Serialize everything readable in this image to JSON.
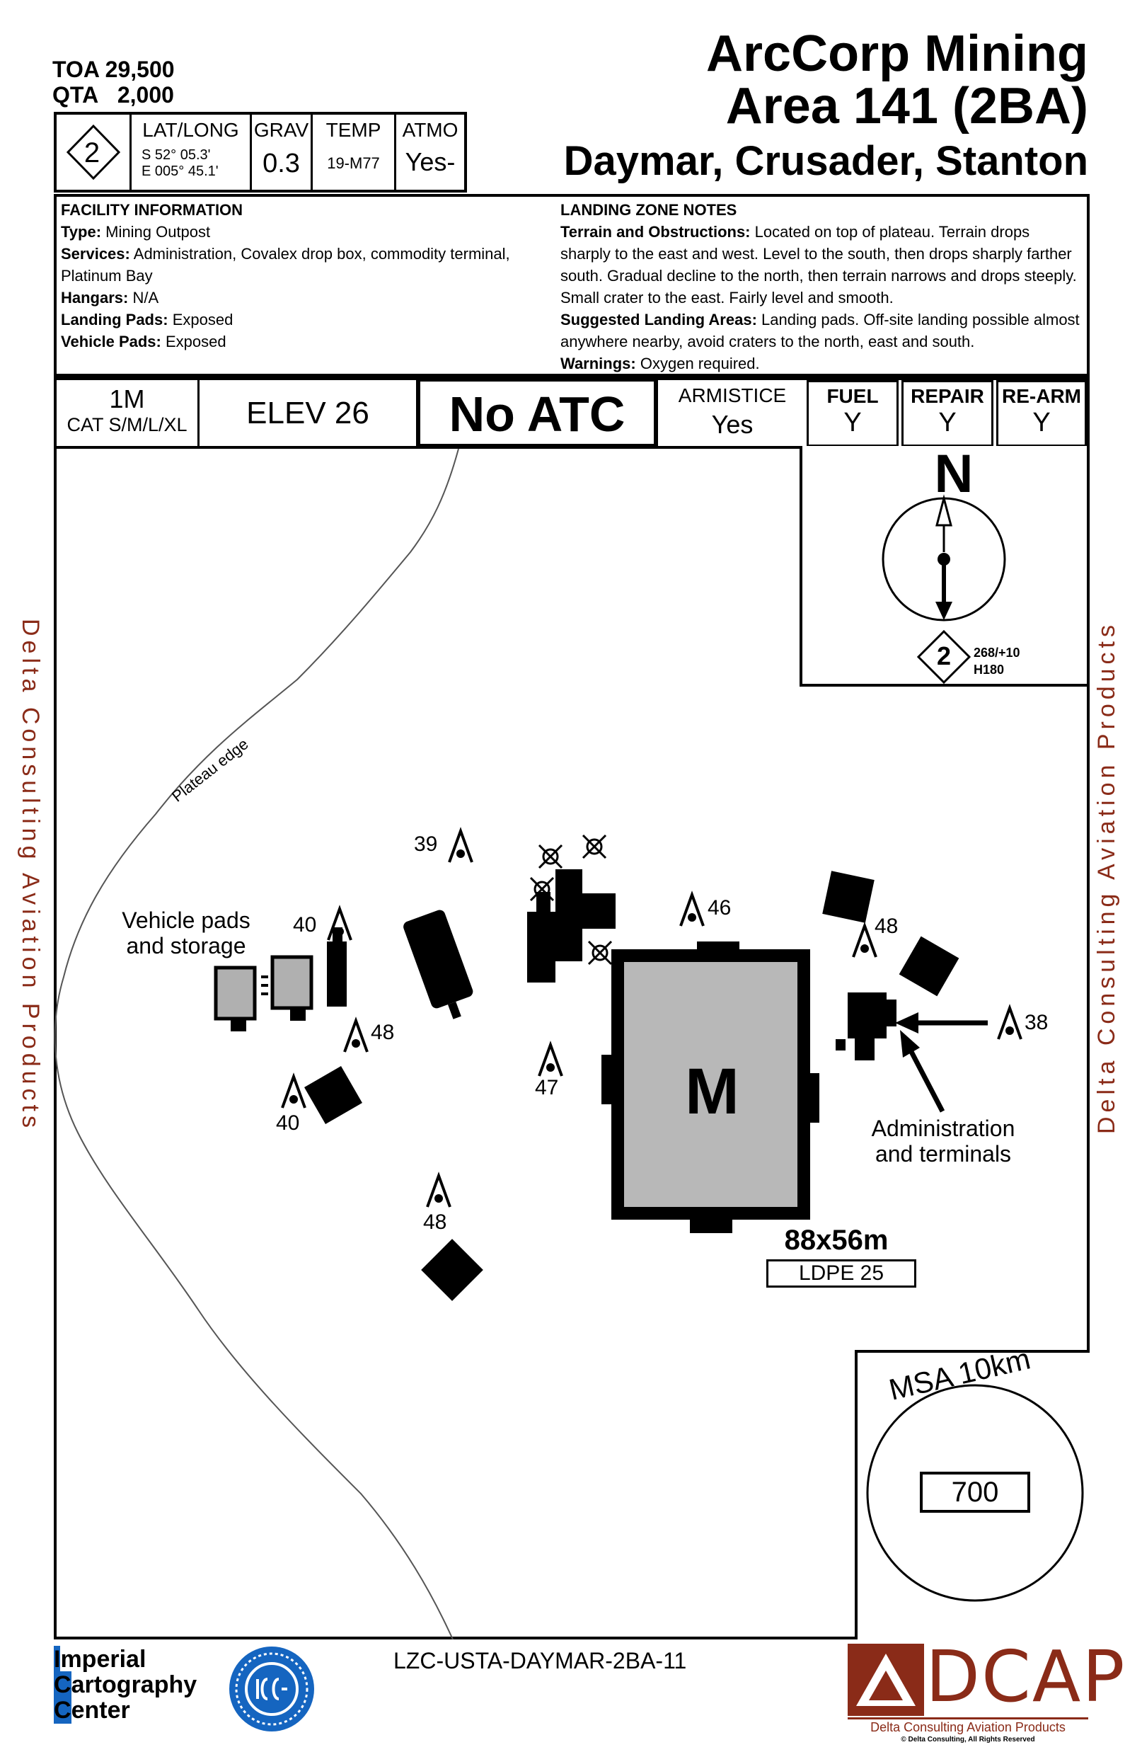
{
  "header": {
    "toa_label": "TOA",
    "toa_value": "29,500",
    "qta_label": "QTA",
    "qta_value": "2,000",
    "title_line1": "ArcCorp Mining",
    "title_line2": "Area 141 (2BA)",
    "title_line3": "Daymar, Crusader, Stanton"
  },
  "info_row": {
    "badge": "2",
    "latlong_label": "LAT/LONG",
    "lat": "S 52° 05.3'",
    "long": "E 005° 45.1'",
    "grav_label": "GRAV",
    "grav_value": "0.3",
    "temp_label": "TEMP",
    "temp_value": "19-M77",
    "atmo_label": "ATMO",
    "atmo_value": "Yes-"
  },
  "facility": {
    "heading": "FACILITY INFORMATION",
    "type_label": "Type:",
    "type_value": "Mining Outpost",
    "services_label": "Services:",
    "services_value": "Administration, Covalex drop box, commodity terminal, Platinum Bay",
    "hangars_label": "Hangars:",
    "hangars_value": "N/A",
    "landing_label": "Landing Pads:",
    "landing_value": "Exposed",
    "vehicle_label": "Vehicle Pads:",
    "vehicle_value": "Exposed"
  },
  "landing_notes": {
    "heading": "LANDING ZONE NOTES",
    "terrain_label": "Terrain and Obstructions:",
    "terrain_value": "Located on top of plateau.  Terrain drops sharply to the east and west.  Level to the south, then drops sharply farther south.  Gradual decline to the north, then terrain narrows and drops steeply.  Small crater to the east.  Fairly level and smooth.",
    "suggested_label": "Suggested Landing Areas:",
    "suggested_value": "Landing pads.  Off-site landing possible almost anywhere nearby, avoid craters to the north, east and south.",
    "warnings_label": "Warnings:",
    "warnings_value": "Oxygen required."
  },
  "status_row": {
    "pad_count": "1M",
    "pad_cats": "CAT S/M/L/XL",
    "elev": "ELEV 26",
    "atc": "No ATC",
    "armistice_label": "ARMISTICE",
    "armistice_value": "Yes",
    "fuel_label": "FUEL",
    "fuel_value": "Y",
    "repair_label": "REPAIR",
    "repair_value": "Y",
    "rearm_label": "RE-ARM",
    "rearm_value": "Y"
  },
  "compass": {
    "north": "N",
    "badge": "2",
    "badge_line1": "268/+10",
    "badge_line2": "H180"
  },
  "map": {
    "plateau_label": "Plateau edge",
    "vehicle_label_1": "Vehicle pads",
    "vehicle_label_2": "and storage",
    "admin_label_1": "Administration",
    "admin_label_2": "and terminals",
    "main_pad_letter": "M",
    "main_pad_size": "88x56m",
    "main_pad_ldpe": "LDPE 25",
    "obstacles": [
      "39",
      "40",
      "48",
      "40",
      "47",
      "48",
      "46",
      "48",
      "38"
    ],
    "msa_label": "MSA 10km",
    "msa_value": "700"
  },
  "footer": {
    "icc_line1_initial": "I",
    "icc_line1_rest": "mperial",
    "icc_line2_initial": "C",
    "icc_line2_rest": "artography",
    "icc_line3_initial": "C",
    "icc_line3_rest": "enter",
    "chart_id": "LZC-USTA-DAYMAR-2BA-11",
    "dcap_logo": "DCAP",
    "dcap_name": "Delta Consulting Aviation Products",
    "dcap_copyright": "© Delta Consulting, All Rights Reserved"
  },
  "side_text_left": "Delta Consulting Aviation Products",
  "side_text_right": "Delta Consulting Aviation Products",
  "colors": {
    "brand_red": "#8a2b18",
    "pad_gray": "#b8b8b8",
    "icc_blue": "#1565c0"
  }
}
